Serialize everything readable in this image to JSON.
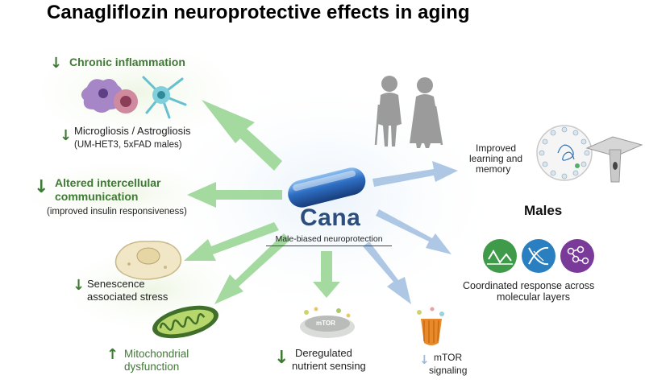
{
  "title": "Canagliflozin neuroprotective effects in aging",
  "center": {
    "drug_label": "Cana",
    "subtitle": "Male-biased neuroprotection"
  },
  "effects": {
    "chronic_inflammation": {
      "direction": "down",
      "label": "Chronic inflammation"
    },
    "microgliosis": {
      "direction": "down",
      "label": "Microgliosis / Astrogliosis",
      "detail": "(UM-HET3, 5xFAD males)"
    },
    "intercellular": {
      "direction": "down",
      "label_line1": "Altered intercellular",
      "label_line2": "communication",
      "detail": "(improved insulin responsiveness)"
    },
    "senescence": {
      "direction": "down",
      "label_line1": "Senescence",
      "label_line2": "associated stress"
    },
    "mitochondrial": {
      "direction": "up",
      "label_line1": "Mitochondrial",
      "label_line2": "dysfunction"
    },
    "nutrient": {
      "direction": "down",
      "label_line1": "Deregulated",
      "label_line2": "nutrient sensing",
      "badge": "mTOR"
    },
    "mtor": {
      "direction": "down",
      "label_line1": "mTOR",
      "label_line2": "signaling"
    }
  },
  "right_panel": {
    "learning_line1": "Improved",
    "learning_line2": "learning and",
    "learning_line3": "memory",
    "males": "Males",
    "coordinated_line1": "Coordinated response across",
    "coordinated_line2": "molecular layers"
  },
  "colors": {
    "accent_green": "#3f7a35",
    "arrow_green": "#8fcf8a",
    "arrow_blue": "#a9c4e4",
    "pill_blue": "#2f6fc4",
    "cana_text": "#2b4e7e",
    "circle_green": "#3f9a4a",
    "circle_blue": "#2a7fc1",
    "circle_purple": "#7a3a9a"
  },
  "icons": {
    "down_arrow": "↓",
    "up_arrow": "↑"
  }
}
